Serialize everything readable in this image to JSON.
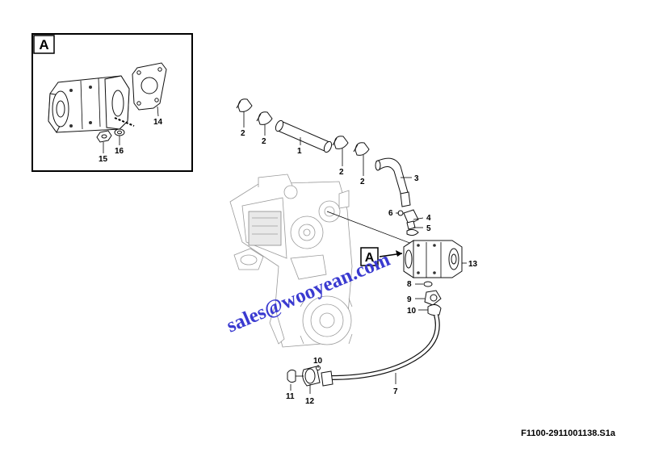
{
  "detail": {
    "label": "A"
  },
  "view_marker": {
    "label": "A"
  },
  "watermark": {
    "text": "sales@wooyean.com",
    "color": "#3a3ad0"
  },
  "sheet_reference": "F1100-2911001138.S1a",
  "callouts": {
    "c1": "1",
    "c2a": "2",
    "c2b": "2",
    "c2c": "2",
    "c2d": "2",
    "c3": "3",
    "c4": "4",
    "c5": "5",
    "c6": "6",
    "c7": "7",
    "c8": "8",
    "c9": "9",
    "c10a": "10",
    "c10b": "10",
    "c11": "11",
    "c12": "12",
    "c13": "13",
    "c14": "14",
    "c15": "15",
    "c16": "16"
  }
}
